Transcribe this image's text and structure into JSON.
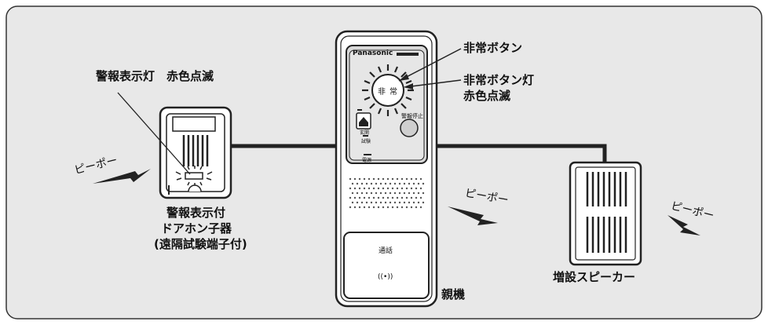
{
  "labels": {
    "alarm_lamp": "警報表示灯　赤色点滅",
    "emergency_button": "非常ボタン",
    "emergency_lamp_line1": "非常ボタン灯",
    "emergency_lamp_line2": "赤色点滅",
    "door_station_line1": "警報表示付",
    "door_station_line2": "ドアホン子器",
    "door_station_line3": "(遠隔試験端子付)",
    "master_unit": "親機",
    "speaker": "増設スピーカー",
    "sound_left": "ピーポー",
    "sound_middle": "ピーポー",
    "sound_right": "ピーポー"
  },
  "master": {
    "brand": "Panasonic",
    "emergency_text_1": "非",
    "emergency_text_2": "常",
    "talk_button": "通話",
    "alarm_stop": "警報停止",
    "door_label": "玄関",
    "test_label": "試験",
    "power_label": "電源",
    "volume_symbol": "((•))"
  },
  "colors": {
    "panel_bg": "#e8e8e8",
    "panel_border": "#333333",
    "device_fill": "#ffffff",
    "screen_fill": "#d9d9d9",
    "wire": "#222222"
  }
}
